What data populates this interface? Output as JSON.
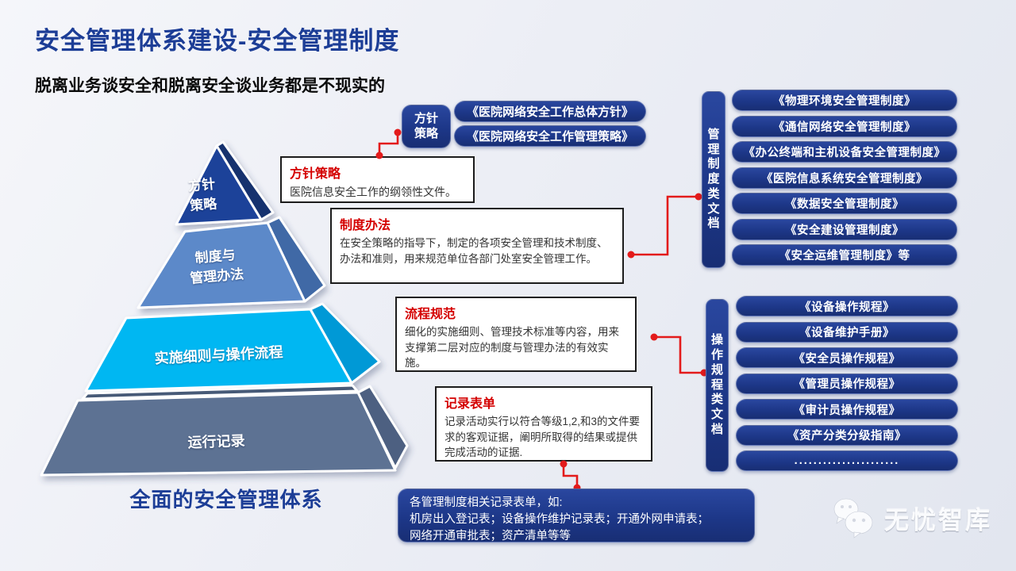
{
  "header": {
    "title": "安全管理体系建设-安全管理制度",
    "subtitle": "脱离业务谈安全和脱离安全谈业务都是不现实的"
  },
  "pyramid": {
    "caption": "全面的安全管理体系",
    "layers": [
      {
        "label": "方针\n策略",
        "front_color": "#1d4399",
        "side_color": "#14306e"
      },
      {
        "label": "制度与\n管理办法",
        "front_color": "#5b89c9",
        "side_color": "#3f69a6"
      },
      {
        "label": "实施细则与操作流程",
        "front_color": "#06b7f2",
        "side_color": "#0099d6"
      },
      {
        "label": "运行记录",
        "front_color": "#5d7293",
        "side_color": "#4d6181"
      }
    ]
  },
  "policy_tag": {
    "label": "方针\n策略"
  },
  "policy_pills": [
    "《医院网络安全工作总体方针》",
    "《医院网络安全工作管理策略》"
  ],
  "callouts": [
    {
      "title": "方针策略",
      "body": "医院信息安全工作的纲领性文件。"
    },
    {
      "title": "制度办法",
      "body": "在安全策略的指导下，制定的各项安全管理和技术制度、办法和准则，用来规范单位各部门处室安全管理工作。"
    },
    {
      "title": "流程规范",
      "body": "细化的实施细则、管理技术标准等内容，用来支撑第二层对应的制度与管理办法的有效实施。"
    },
    {
      "title": "记录表单",
      "body": "记录活动实行以符合等级1,2,和3的文件要求的客观证据，阐明所取得的结果或提供完成活动的证据."
    }
  ],
  "doc_groups": [
    {
      "label": "管\n理\n制\n度\n类\n文\n档",
      "items": [
        "《物理环境安全管理制度》",
        "《通信网络安全管理制度》",
        "《办公终端和主机设备安全管理制度》",
        "《医院信息系统安全管理制度》",
        "《数据安全管理制度》",
        "《安全建设管理制度》",
        "《安全运维管理制度》等"
      ]
    },
    {
      "label": "操\n作\n规\n程\n类\n文\n档",
      "items": [
        "《设备操作规程》",
        "《设备维护手册》",
        "《安全员操作规程》",
        "《管理员操作规程》",
        "《审计员操作规程》",
        "《资产分类分级指南》",
        "......................"
      ]
    }
  ],
  "record_note": "各管理制度相关记录表单，如:\n机房出入登记表；设备操作维护记录表；开通外网申请表；\n网络开通审批表；资产清单等等",
  "watermark": {
    "label": "无忧智库"
  },
  "colors": {
    "navy": "#1d3788",
    "title_navy": "#1c3d96",
    "callout_title_red": "#d40000",
    "connector_red": "#e31b1b",
    "background": "#eceef5"
  }
}
